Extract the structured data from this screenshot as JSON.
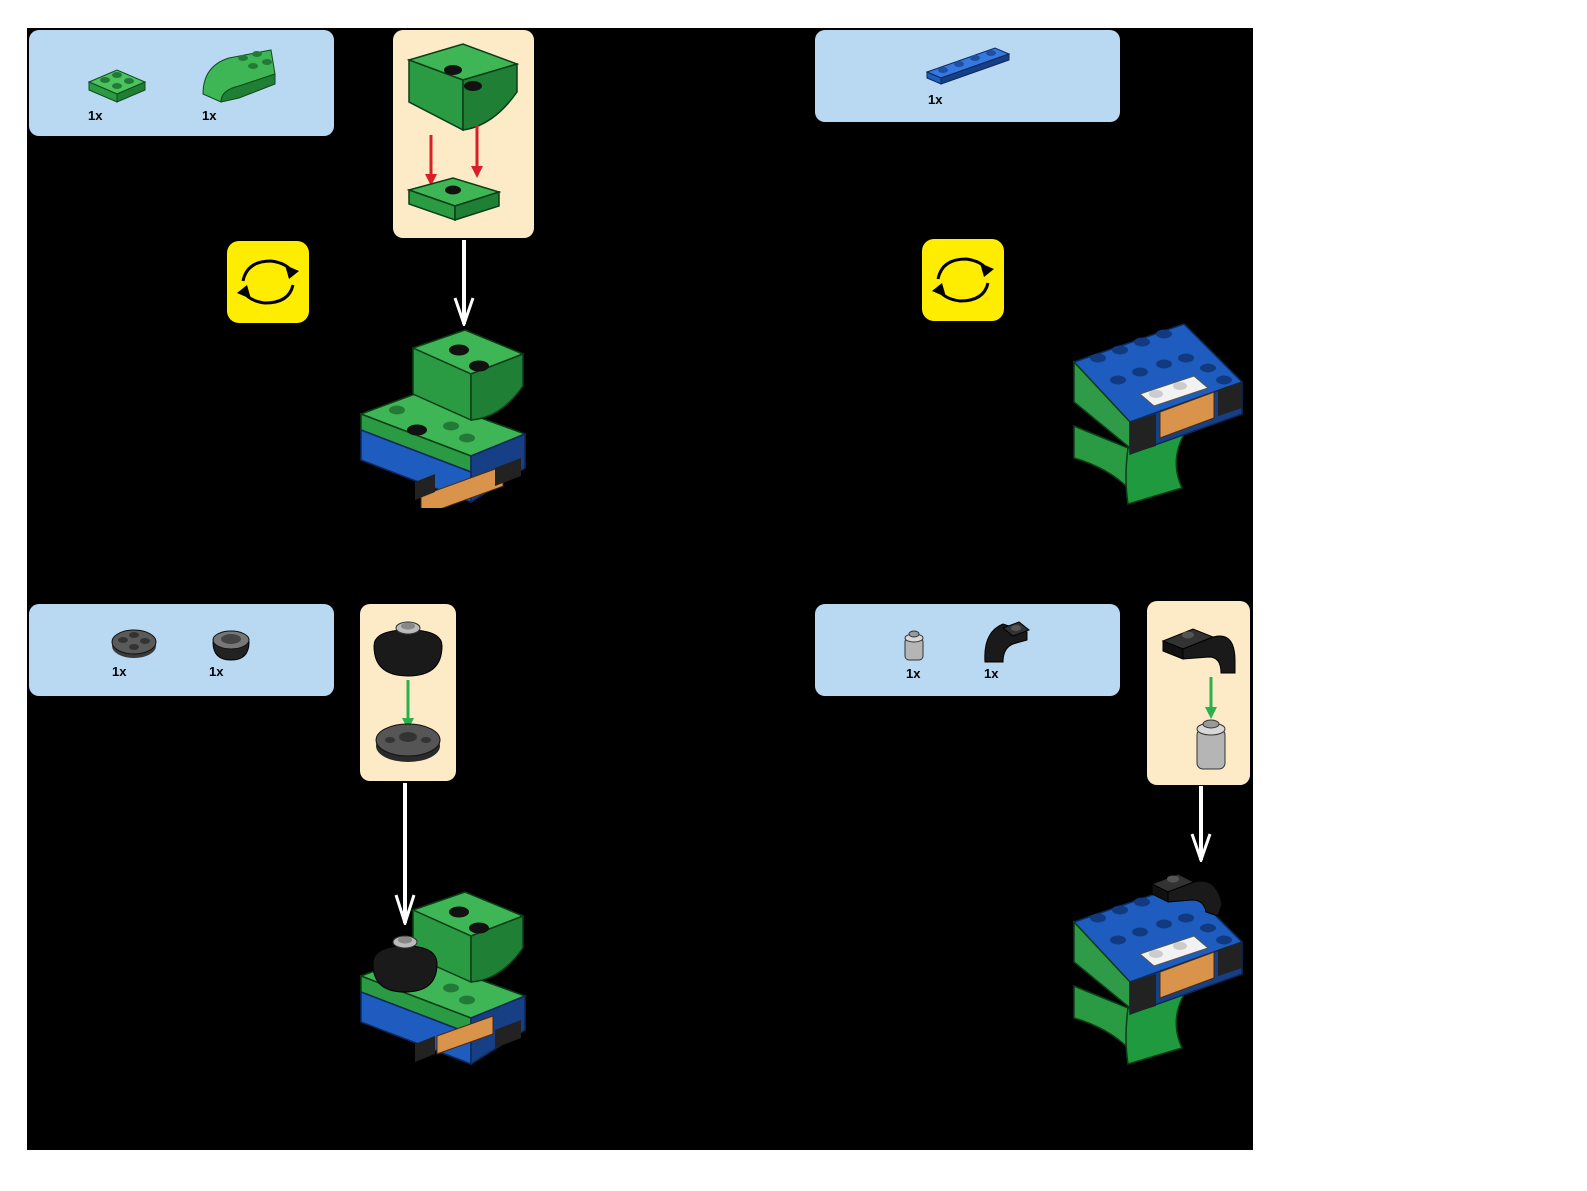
{
  "steps": [
    {
      "parts": [
        {
          "qty": "1x",
          "icon": "green-plate-2x2-icon"
        },
        {
          "qty": "1x",
          "icon": "green-curved-slope-icon"
        }
      ]
    },
    {
      "parts": [
        {
          "qty": "1x",
          "icon": "blue-plate-1x4-icon"
        }
      ]
    },
    {
      "parts": [
        {
          "qty": "1x",
          "icon": "dark-grey-round-plate-icon"
        },
        {
          "qty": "1x",
          "icon": "black-dome-icon"
        }
      ]
    },
    {
      "parts": [
        {
          "qty": "1x",
          "icon": "light-grey-round-brick-icon"
        },
        {
          "qty": "1x",
          "icon": "black-curved-bracket-icon"
        }
      ]
    }
  ],
  "colors": {
    "parts_callout": "#b9d9f2",
    "subassembly_callout": "#fcebc6",
    "rotate_badge": "#ffed00",
    "green": "#2fa84a",
    "blue": "#1f5cbf",
    "arrow_red": "#d8202a",
    "arrow_green": "#2bb04e"
  }
}
